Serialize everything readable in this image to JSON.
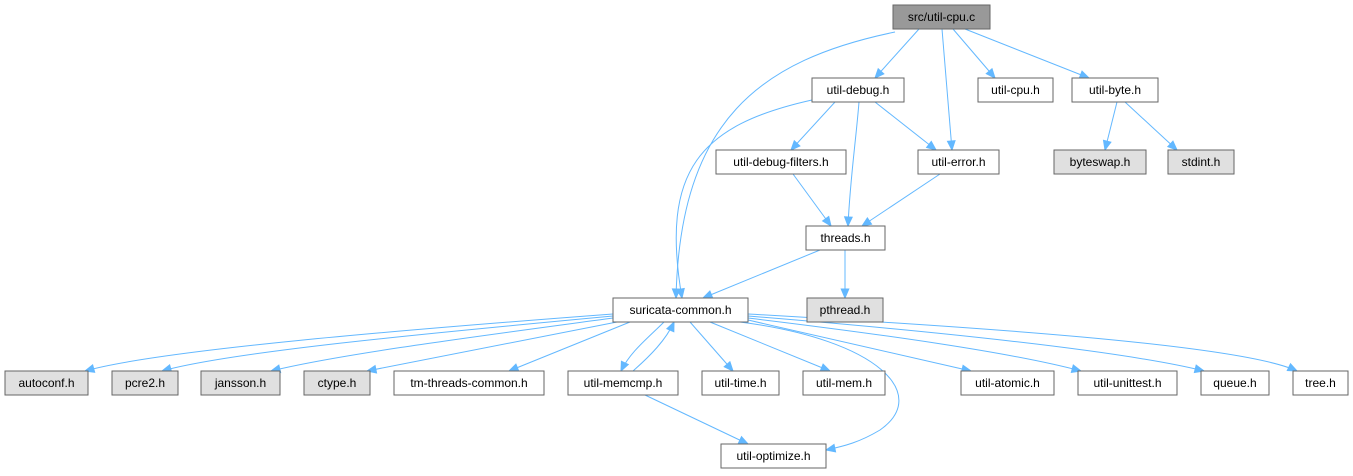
{
  "colors": {
    "root_fill": "#999999",
    "documented_fill": "#ffffff",
    "external_fill": "#e0e0e0",
    "edge": "#63b8ff",
    "border": "#666666"
  },
  "nodes": {
    "util_cpu_c": {
      "label": "src/util-cpu.c",
      "kind": "root"
    },
    "util_debug_h": {
      "label": "util-debug.h",
      "kind": "documented"
    },
    "util_cpu_h": {
      "label": "util-cpu.h",
      "kind": "documented"
    },
    "util_byte_h": {
      "label": "util-byte.h",
      "kind": "documented"
    },
    "util_debug_filters_h": {
      "label": "util-debug-filters.h",
      "kind": "documented"
    },
    "util_error_h": {
      "label": "util-error.h",
      "kind": "documented"
    },
    "byteswap_h": {
      "label": "byteswap.h",
      "kind": "external"
    },
    "stdint_h": {
      "label": "stdint.h",
      "kind": "external"
    },
    "threads_h": {
      "label": "threads.h",
      "kind": "documented"
    },
    "suricata_common_h": {
      "label": "suricata-common.h",
      "kind": "documented"
    },
    "pthread_h": {
      "label": "pthread.h",
      "kind": "external"
    },
    "autoconf_h": {
      "label": "autoconf.h",
      "kind": "external"
    },
    "pcre2_h": {
      "label": "pcre2.h",
      "kind": "external"
    },
    "jansson_h": {
      "label": "jansson.h",
      "kind": "external"
    },
    "ctype_h": {
      "label": "ctype.h",
      "kind": "external"
    },
    "tm_threads_common_h": {
      "label": "tm-threads-common.h",
      "kind": "documented"
    },
    "util_memcmp_h": {
      "label": "util-memcmp.h",
      "kind": "documented"
    },
    "util_time_h": {
      "label": "util-time.h",
      "kind": "documented"
    },
    "util_mem_h": {
      "label": "util-mem.h",
      "kind": "documented"
    },
    "util_atomic_h": {
      "label": "util-atomic.h",
      "kind": "documented"
    },
    "util_unittest_h": {
      "label": "util-unittest.h",
      "kind": "documented"
    },
    "queue_h": {
      "label": "queue.h",
      "kind": "documented"
    },
    "tree_h": {
      "label": "tree.h",
      "kind": "documented"
    },
    "util_optimize_h": {
      "label": "util-optimize.h",
      "kind": "documented"
    }
  },
  "edges": [
    [
      "util_cpu_c",
      "util_debug_h"
    ],
    [
      "util_cpu_c",
      "util_cpu_h"
    ],
    [
      "util_cpu_c",
      "util_byte_h"
    ],
    [
      "util_cpu_c",
      "util_error_h"
    ],
    [
      "util_cpu_c",
      "suricata_common_h"
    ],
    [
      "util_debug_h",
      "util_debug_filters_h"
    ],
    [
      "util_debug_h",
      "util_error_h"
    ],
    [
      "util_debug_h",
      "threads_h"
    ],
    [
      "util_debug_h",
      "suricata_common_h"
    ],
    [
      "util_byte_h",
      "byteswap_h"
    ],
    [
      "util_byte_h",
      "stdint_h"
    ],
    [
      "util_debug_filters_h",
      "threads_h"
    ],
    [
      "util_error_h",
      "threads_h"
    ],
    [
      "threads_h",
      "suricata_common_h"
    ],
    [
      "threads_h",
      "pthread_h"
    ],
    [
      "suricata_common_h",
      "autoconf_h"
    ],
    [
      "suricata_common_h",
      "pcre2_h"
    ],
    [
      "suricata_common_h",
      "jansson_h"
    ],
    [
      "suricata_common_h",
      "ctype_h"
    ],
    [
      "suricata_common_h",
      "tm_threads_common_h"
    ],
    [
      "suricata_common_h",
      "util_memcmp_h"
    ],
    [
      "suricata_common_h",
      "util_time_h"
    ],
    [
      "suricata_common_h",
      "util_mem_h"
    ],
    [
      "suricata_common_h",
      "util_atomic_h"
    ],
    [
      "suricata_common_h",
      "util_unittest_h"
    ],
    [
      "suricata_common_h",
      "queue_h"
    ],
    [
      "suricata_common_h",
      "tree_h"
    ],
    [
      "suricata_common_h",
      "util_optimize_h"
    ],
    [
      "util_memcmp_h",
      "suricata_common_h"
    ],
    [
      "util_memcmp_h",
      "util_optimize_h"
    ]
  ]
}
